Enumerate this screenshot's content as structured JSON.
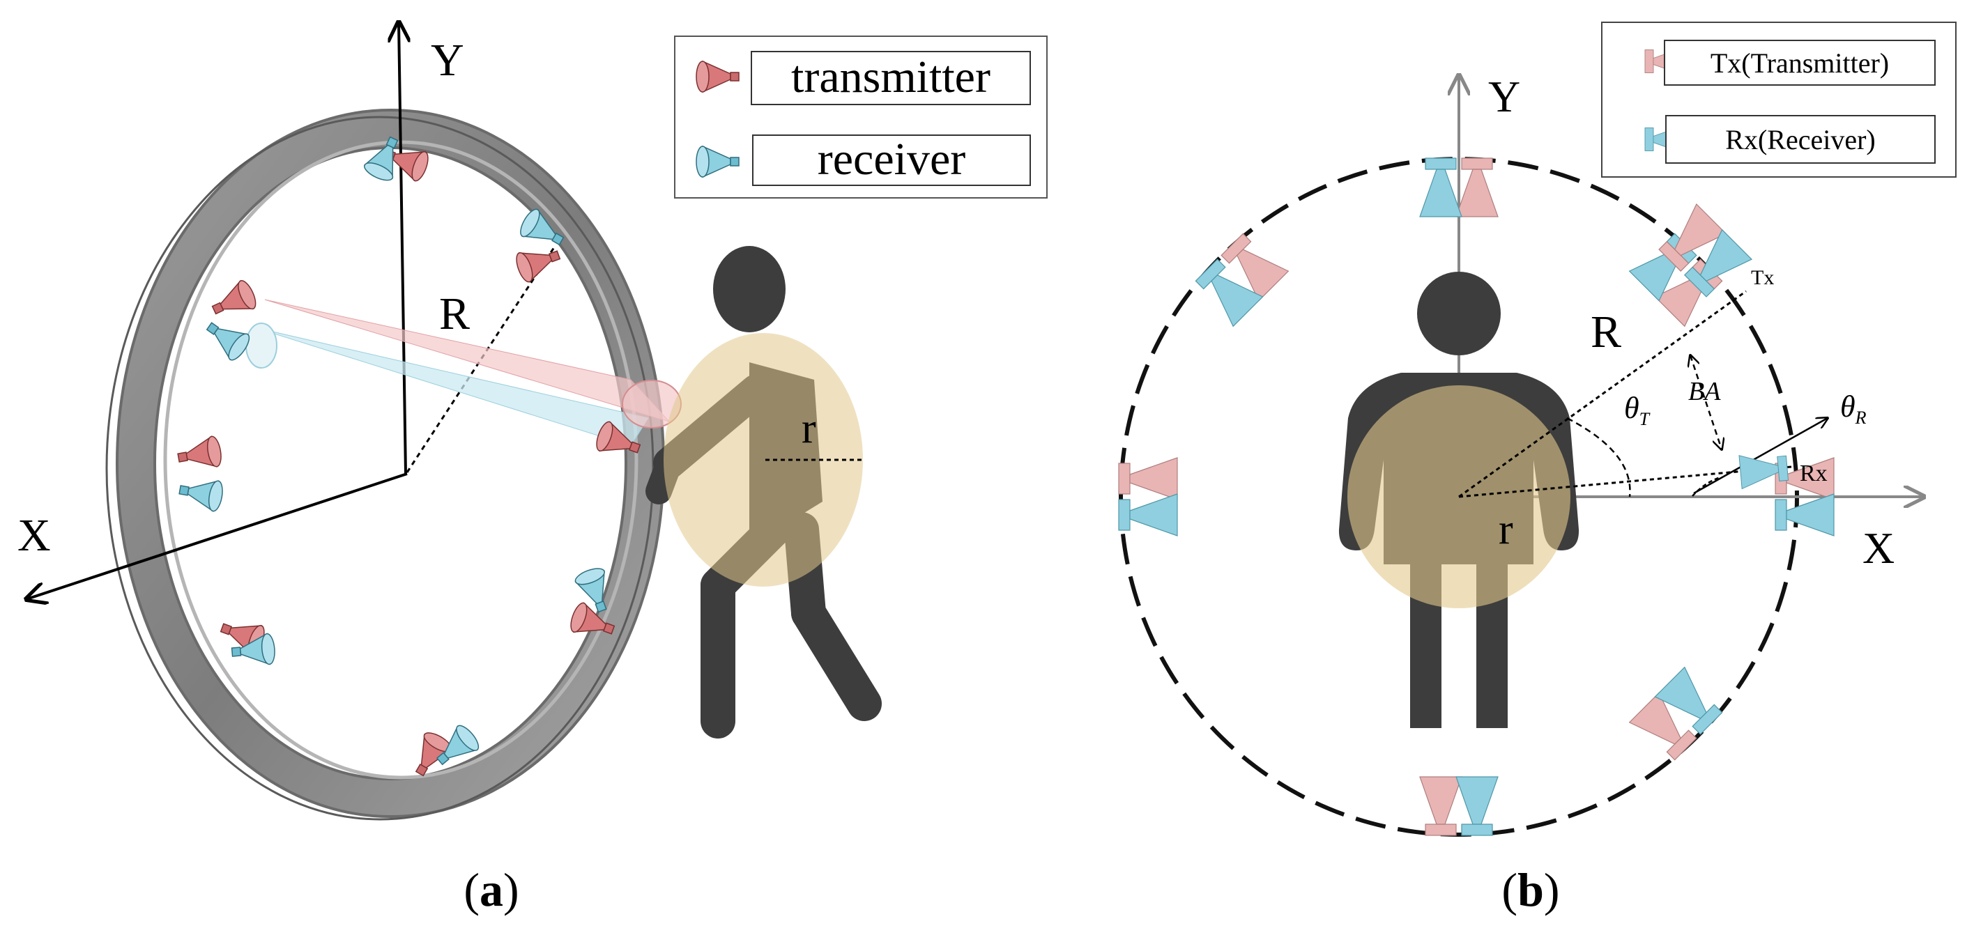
{
  "panel_a": {
    "caption_open": "(",
    "caption_letter": "a",
    "caption_close": ")",
    "axis_x": "X",
    "axis_y": "Y",
    "radius_label": "R",
    "inner_radius_label": "r",
    "legend": {
      "transmitter": "transmitter",
      "receiver": "receiver"
    }
  },
  "panel_b": {
    "caption_open": "(",
    "caption_letter": "b",
    "caption_close": ")",
    "axis_x": "X",
    "axis_y": "Y",
    "radius_label": "R",
    "inner_radius_label": "r",
    "tx_label": "Tx",
    "rx_label": "Rx",
    "ba_label": "BA",
    "theta_t": "θ",
    "theta_t_sub": "T",
    "theta_r": "θ",
    "theta_r_sub": "R",
    "legend": {
      "tx": "Tx(Transmitter)",
      "rx": "Rx(Receiver)"
    }
  },
  "colors": {
    "transmitter_3d": "#d9787a",
    "receiver_3d": "#8dd0e0",
    "transmitter_2d": "#e8b4b4",
    "receiver_2d": "#8fcfdf",
    "ring": "#8c8c8c",
    "person": "#3d3d3d",
    "body_overlay": "#e2c98c"
  }
}
